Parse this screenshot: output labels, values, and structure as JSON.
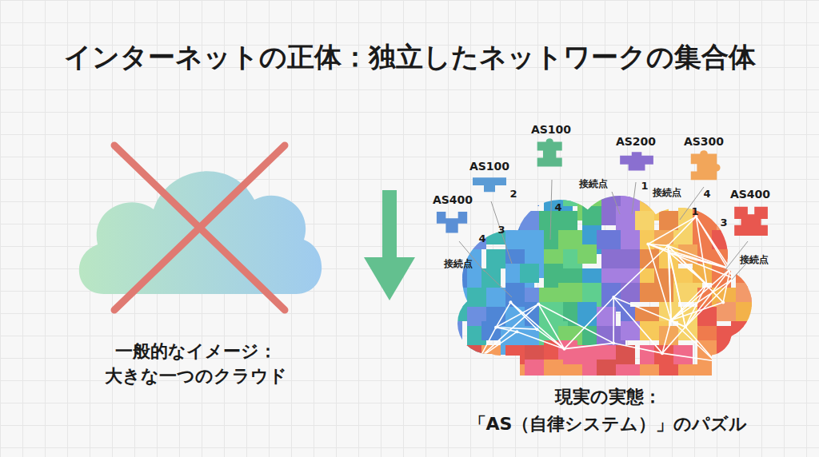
{
  "diagram": {
    "title": "インターネットの正体：独立したネットワークの集合体",
    "nodes": [
      {
        "text": [
          "AS100"
        ]
      },
      {
        "text": [
          "AS200"
        ]
      },
      {
        "text": [
          "AS300"
        ]
      },
      {
        "text": [
          "AS100"
        ]
      },
      {
        "text": [
          "AS400"
        ]
      },
      {
        "text": [
          "AS400"
        ]
      }
    ],
    "labels": [
      "一般的なイメージ：",
      "大きな一つのクラウド",
      "現実の実態：",
      "「AS（自律システム）」のパズル",
      "2",
      "4",
      "1",
      "4",
      "接続点",
      "接続点",
      "1",
      "3",
      "3",
      "4",
      "接続点",
      "接続点"
    ]
  }
}
